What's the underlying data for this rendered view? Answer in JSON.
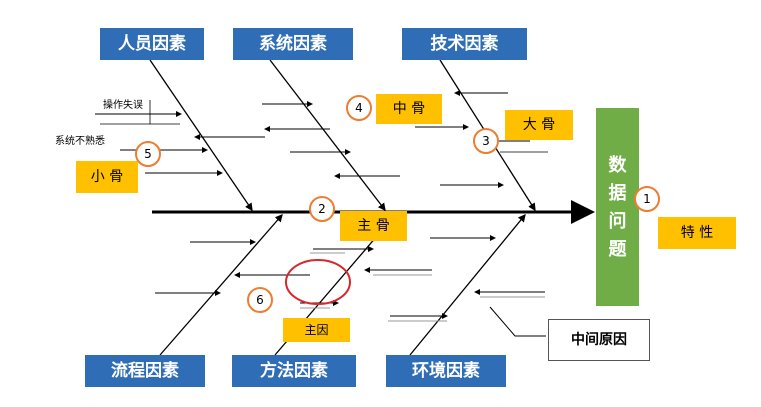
{
  "head_text": [
    "数",
    "据",
    "问",
    "题"
  ],
  "categories": {
    "top": [
      "人员因素",
      "系统因素",
      "技术因素"
    ],
    "bottom": [
      "流程因素",
      "方法因素",
      "环境因素"
    ]
  },
  "labels": {
    "characteristic": "特 性",
    "main_bone": "主 骨",
    "big_bone": "大 骨",
    "middle_bone": "中 骨",
    "small_bone": "小 骨",
    "main_cause": "主因",
    "middle_cause": "中间原因"
  },
  "small_causes": [
    "操作失误",
    "系统不熟悉"
  ],
  "markers": [
    "1",
    "2",
    "3",
    "4",
    "5",
    "6"
  ],
  "colors": {
    "category_bg": "#2f6db6",
    "label_bg": "#ffc000",
    "head_bg": "#70ad47",
    "marker_border": "#ed7d31",
    "highlight_circle": "#d9262c"
  }
}
